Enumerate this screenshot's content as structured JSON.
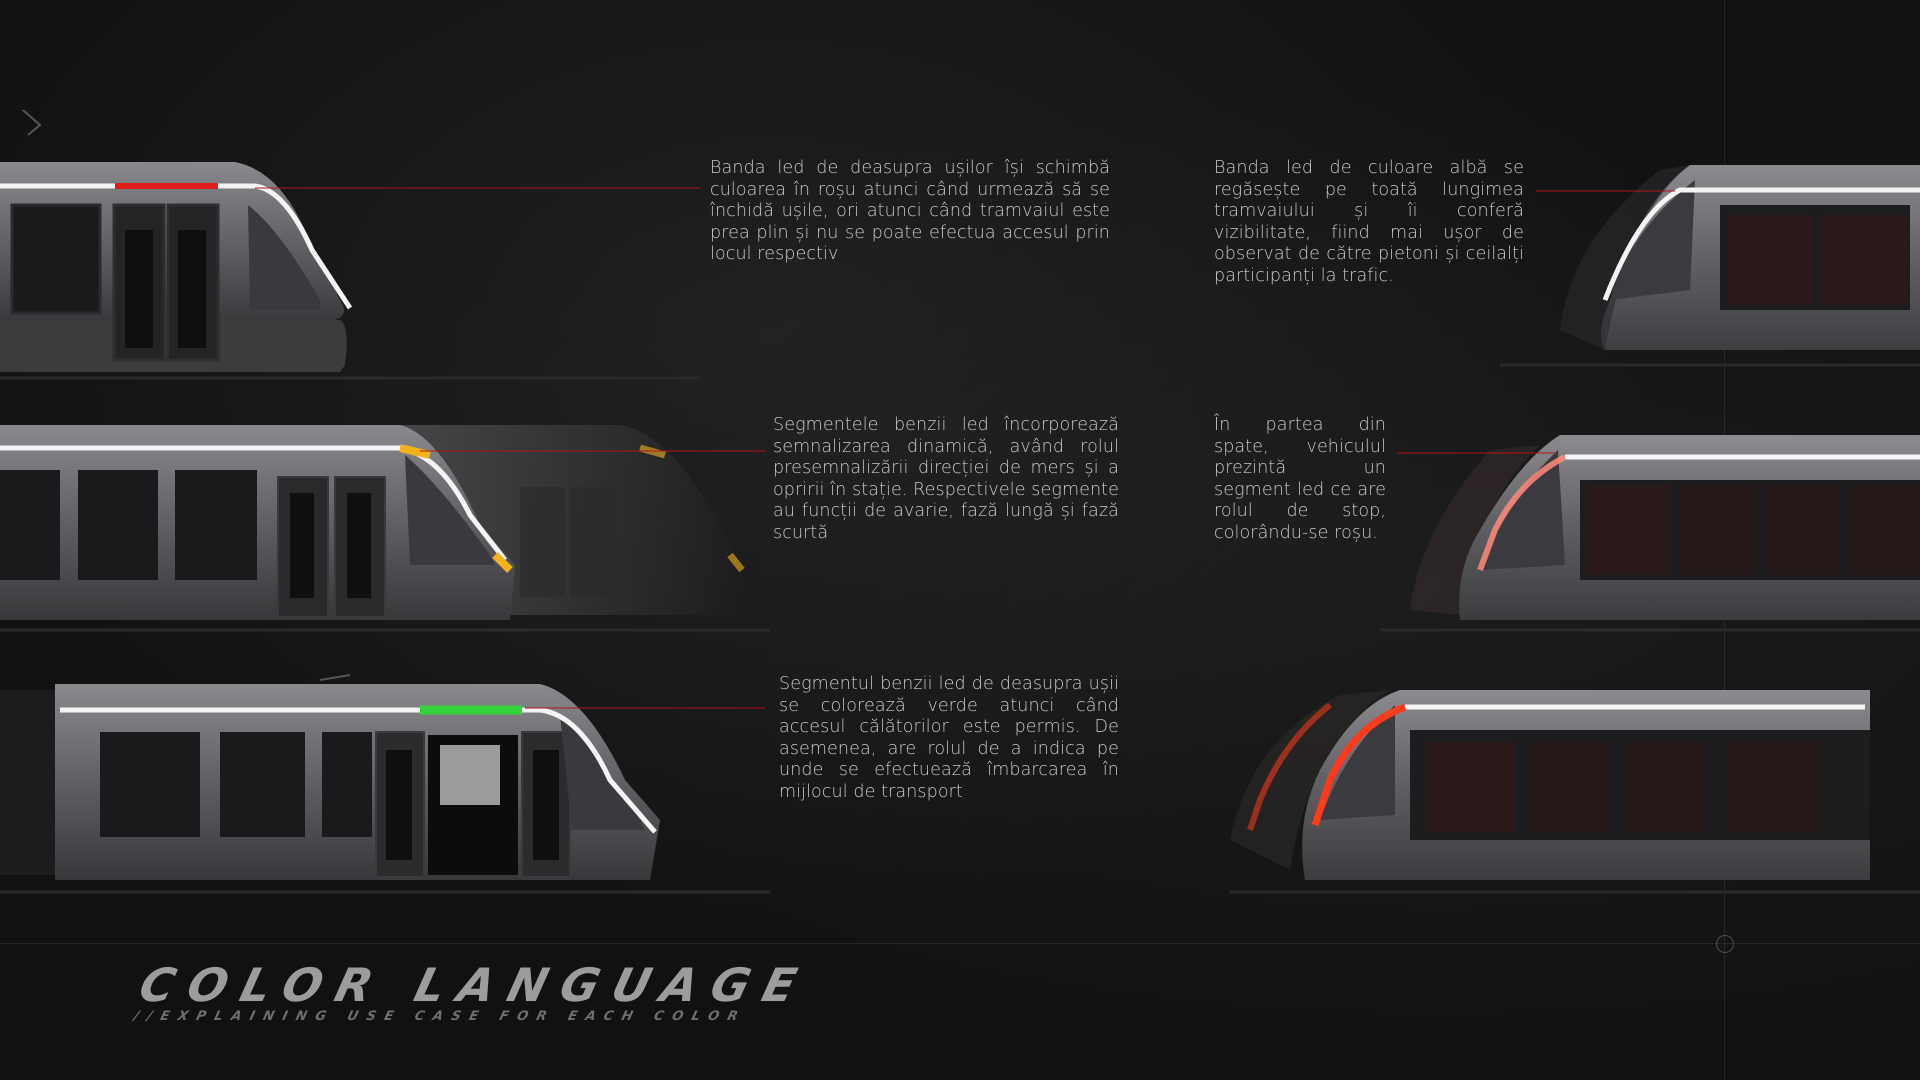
{
  "title": "COLOR LANGUAGE",
  "subtitle": "//EXPLAINING USE CASE FOR EACH COLOR",
  "colors": {
    "background": "#111111",
    "led_white": "#f4f4f4",
    "led_red": "#e01c1c",
    "led_amber": "#f2b21c",
    "led_green": "#35d43a",
    "callout_line": "#b01414",
    "tram_body": "#66666a",
    "tram_window": "#1a1a1c",
    "caption_text": "#c8c8c8"
  },
  "panels": [
    {
      "id": "doors-red",
      "caption": "Banda led de deasupra ușilor își schimbă culoarea în roșu atunci când urmează să se închidă ușile, ori atunci când tramvaiul este prea plin și nu se poate efectua accesul prin locul respectiv",
      "led_accent": "red"
    },
    {
      "id": "white-band",
      "caption": "Banda led de culoare albă se regăsește pe toată lungimea tramvaiului și îi conferă vizibilitate, fiind mai ușor de observat de către pietoni și ceilalți participanți la trafic.",
      "led_accent": "white"
    },
    {
      "id": "turn-signal",
      "caption": "Segmentele benzii led încorporează semnalizarea dinamică, având rolul presemnalizării direcției de mers și a opririi în stație. Respectivele segmente au funcții de avarie, fază lungă și fază scurtă",
      "led_accent": "amber"
    },
    {
      "id": "stop-red",
      "caption": "În partea din spate, vehiculul prezintă un segment led ce are rolul de stop, colorându-se roșu.",
      "led_accent": "red"
    },
    {
      "id": "doors-green",
      "caption": "Segmentul benzii led de deasupra ușii se colorează verde atunci când accesul călătorilor este permis. De asemenea, are rolul de a indica pe unde se efectuează îmbarcarea în mijlocul de transport",
      "led_accent": "green"
    },
    {
      "id": "rear-red",
      "caption": "",
      "led_accent": "red"
    }
  ]
}
